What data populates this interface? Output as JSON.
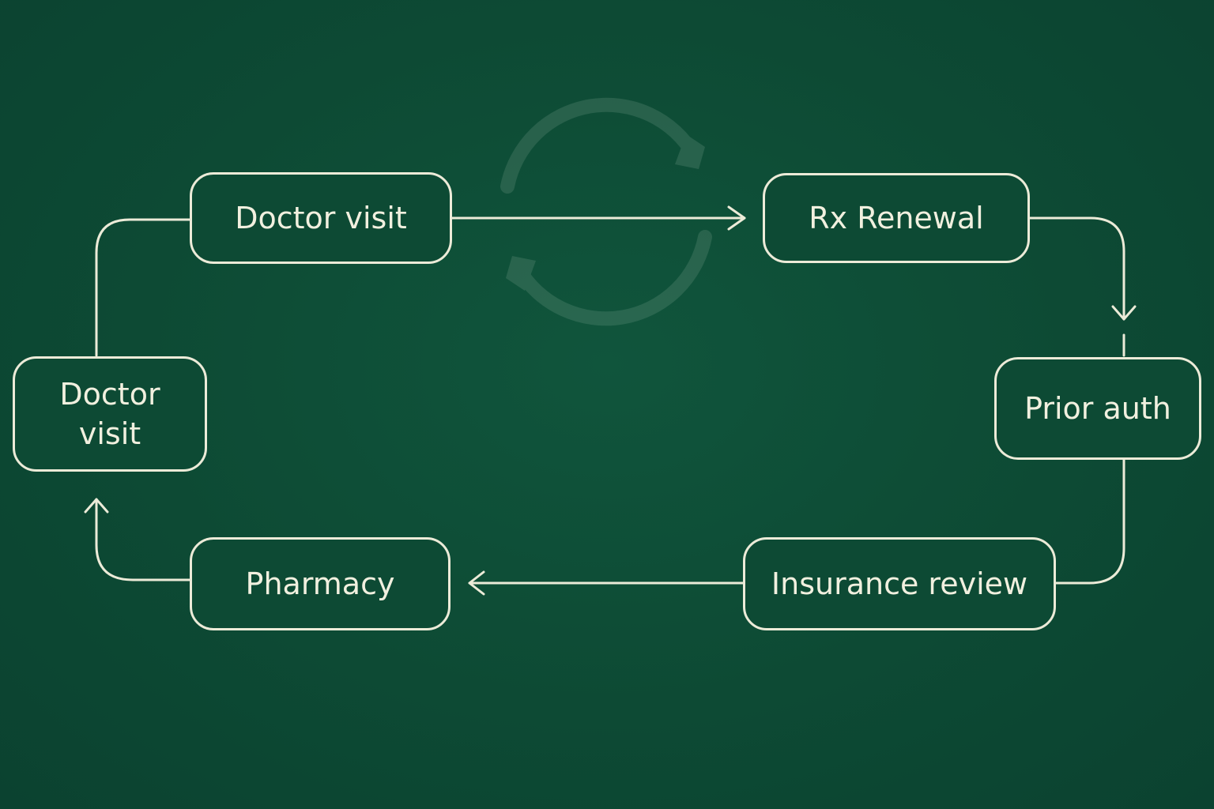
{
  "diagram": {
    "nodes": [
      {
        "id": "doctor-visit-top",
        "label": "Doctor visit"
      },
      {
        "id": "rx-renewal",
        "label": "Rx Renewal"
      },
      {
        "id": "prior-auth",
        "label": "Prior auth"
      },
      {
        "id": "insurance-review",
        "label": "Insurance review"
      },
      {
        "id": "pharmacy",
        "label": "Pharmacy"
      },
      {
        "id": "doctor-visit-left",
        "label": "Doctor visit"
      }
    ],
    "edges": [
      {
        "from": "doctor-visit-top",
        "to": "rx-renewal"
      },
      {
        "from": "rx-renewal",
        "to": "prior-auth"
      },
      {
        "from": "prior-auth",
        "to": "insurance-review"
      },
      {
        "from": "insurance-review",
        "to": "pharmacy"
      },
      {
        "from": "pharmacy",
        "to": "doctor-visit-left"
      },
      {
        "from": "doctor-visit-left",
        "to": "doctor-visit-top"
      }
    ],
    "background_icon": "cycle-arrows-icon",
    "colors": {
      "background": "#0d4a34",
      "stroke": "#ecebd8",
      "text": "#f1f0df"
    }
  }
}
